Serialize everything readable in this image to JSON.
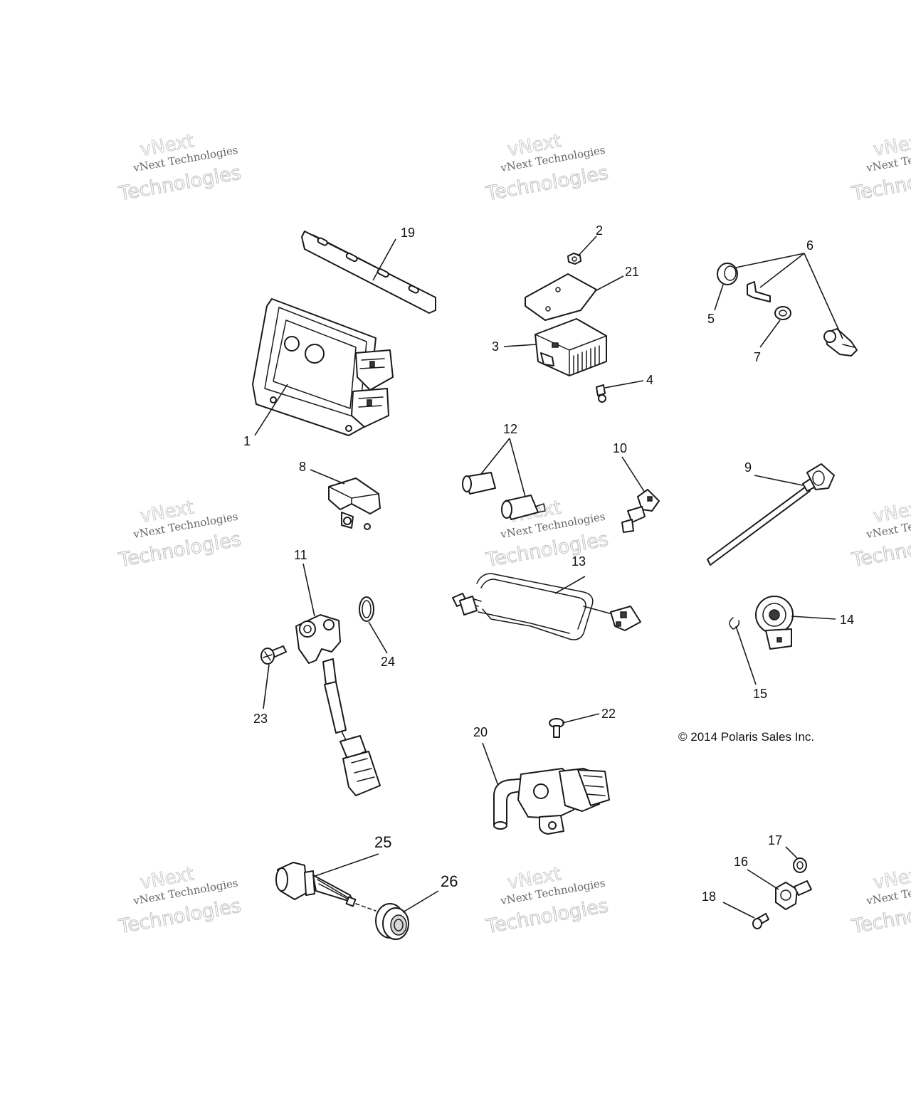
{
  "copyright": "© 2014 Polaris Sales Inc.",
  "watermark": {
    "line1": "vNext Technologies",
    "line2": "Technologies",
    "line3": "vNext"
  },
  "callouts": [
    "1",
    "2",
    "3",
    "4",
    "5",
    "6",
    "7",
    "8",
    "9",
    "10",
    "11",
    "12",
    "13",
    "14",
    "15",
    "16",
    "17",
    "18",
    "19",
    "20",
    "21",
    "22",
    "23",
    "24",
    "25",
    "26"
  ]
}
